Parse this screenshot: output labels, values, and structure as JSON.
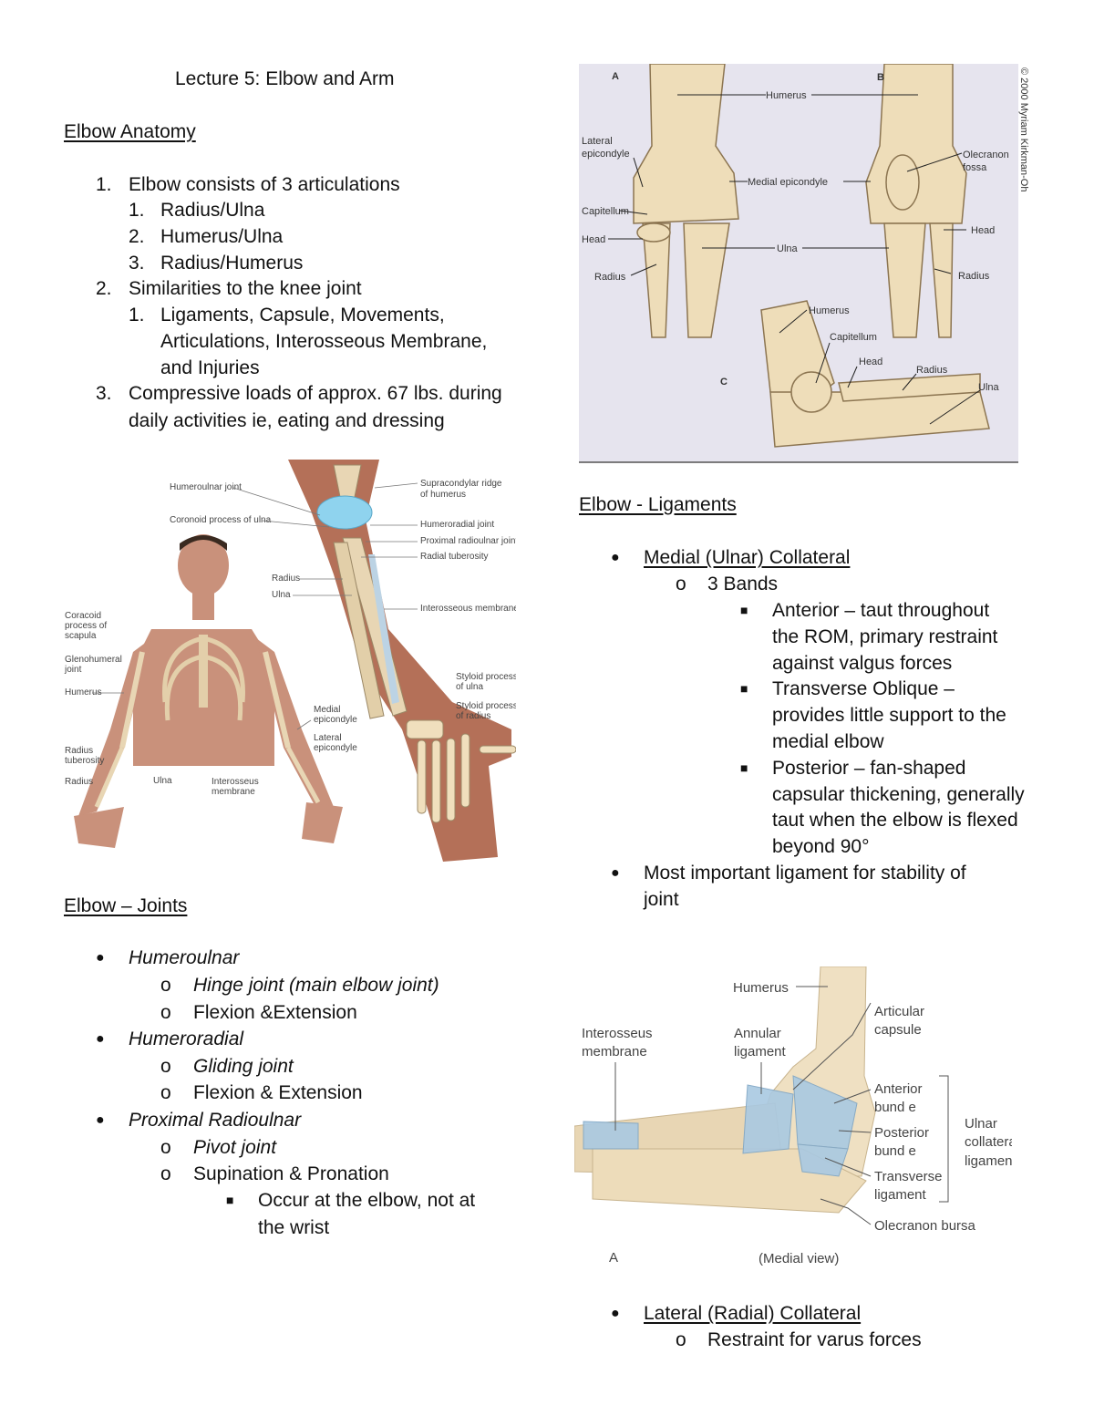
{
  "title": "Lecture 5: Elbow and Arm",
  "anatomy": {
    "heading": "Elbow Anatomy",
    "items": [
      {
        "num": "1.",
        "text": "Elbow consists of 3 articulations",
        "sub": [
          {
            "num": "1.",
            "text": "Radius/Ulna"
          },
          {
            "num": "2.",
            "text": "Humerus/Ulna"
          },
          {
            "num": "3.",
            "text": "Radius/Humerus"
          }
        ]
      },
      {
        "num": "2.",
        "text": "Similarities to the knee joint",
        "sub": [
          {
            "num": "1.",
            "lines": [
              "Ligaments, Capsule, Movements,",
              "Articulations, Interosseous Membrane,",
              "and Injuries"
            ]
          }
        ]
      },
      {
        "num": "3.",
        "lines": [
          "Compressive loads of approx. 67 lbs. during",
          "daily activities ie, eating and dressing"
        ]
      }
    ]
  },
  "fig_skeleton": {
    "labels": {
      "humeroulnar": "Humeroulnar joint",
      "coronoid": "Coronoid process of ulna",
      "supracondylar": [
        "Supracondylar ridge",
        "of humerus"
      ],
      "humeroradial": "Humeroradial joint",
      "prox_radioulnar": "Proximal radioulnar joint",
      "radial_tuberosity": "Radial tuberosity",
      "radius": "Radius",
      "ulna": "Ulna",
      "interosseous": "Interosseous membrane",
      "styloid_ulna": [
        "Styloid process",
        "of ulna"
      ],
      "styloid_radius": [
        "Styloid process",
        "of radius"
      ],
      "coracoid": [
        "Coracoid",
        "process of",
        "scapula"
      ],
      "glenohumeral": [
        "Glenohumeral",
        "joint"
      ],
      "humerus": "Humerus",
      "medial_epi": [
        "Medial",
        "epicondyle"
      ],
      "lateral_epi": [
        "Lateral",
        "epicondyle"
      ],
      "radius_tub": [
        "Radius",
        "tuberosity"
      ],
      "radius2": "Radius",
      "ulna2": "Ulna",
      "interosseous2": [
        "Interosseus",
        "membrane"
      ]
    }
  },
  "joints": {
    "heading": "Elbow – Joints",
    "items": [
      {
        "text": "Humeroulnar",
        "sub": [
          {
            "text": "Hinge joint (main elbow joint)",
            "italic": true
          },
          {
            "text": "Flexion &Extension",
            "italic": false
          }
        ]
      },
      {
        "text": "Humeroradial",
        "sub": [
          {
            "text": "Gliding joint",
            "italic": true
          },
          {
            "text": "Flexion & Extension",
            "italic": false
          }
        ]
      },
      {
        "text": "Proximal Radioulnar",
        "sub": [
          {
            "text": "Pivot joint",
            "italic": true
          },
          {
            "text": "Supination & Pronation",
            "italic": false
          }
        ],
        "subsub": [
          "Occur at the elbow, not at",
          "the wrist"
        ]
      }
    ]
  },
  "fig_bones": {
    "copyright": "© 2000 Myriam Kirkman-Oh",
    "labels": {
      "A": "A",
      "B": "B",
      "C": "C",
      "humerus": "Humerus",
      "lateral_epi": [
        "Lateral",
        "epicondyle"
      ],
      "olecranon": [
        "Olecranon",
        "fossa"
      ],
      "medial_epi": "Medial epicondyle",
      "capitellum": "Capitellum",
      "head": "Head",
      "head_b": "Head",
      "ulna": "Ulna",
      "radius": "Radius",
      "radius_b": "Radius",
      "humerus_c": "Humerus",
      "capitellum_c": "Capitellum",
      "head_c": "Head",
      "radius_c": "Radius",
      "ulna_c": "Ulna"
    }
  },
  "ligaments": {
    "heading": "Elbow - Ligaments",
    "mcl": {
      "title": "Medial (Ulnar) Collateral",
      "bands_label": "3 Bands",
      "bands": [
        [
          "Anterior – taut throughout",
          "the ROM, primary restraint",
          "against valgus forces"
        ],
        [
          "Transverse Oblique –",
          "provides little support to the",
          "medial elbow"
        ],
        [
          "Posterior – fan-shaped",
          "capsular thickening, generally",
          "taut when the elbow is flexed",
          "beyond 90°"
        ]
      ]
    },
    "important": [
      "Most important ligament for stability of",
      "joint"
    ],
    "lcl": {
      "title": "Lateral (Radial) Collateral",
      "sub": "Restraint for varus forces"
    }
  },
  "fig_medial": {
    "labels": {
      "humerus": "Humerus",
      "articular": [
        "Articular",
        "capsule"
      ],
      "interosseus": [
        "Interosseus",
        "membrane"
      ],
      "annular": [
        "Annular",
        "ligament"
      ],
      "anterior": [
        "Anterior",
        "bund e"
      ],
      "posterior": [
        "Posterior",
        "bund e"
      ],
      "transverse": [
        "Transverse",
        "ligament"
      ],
      "ulnar": [
        "Ulnar",
        "collateral",
        "ligament"
      ],
      "bursa": "Olecranon bursa",
      "panel": "A",
      "view": "(Medial view)"
    }
  }
}
